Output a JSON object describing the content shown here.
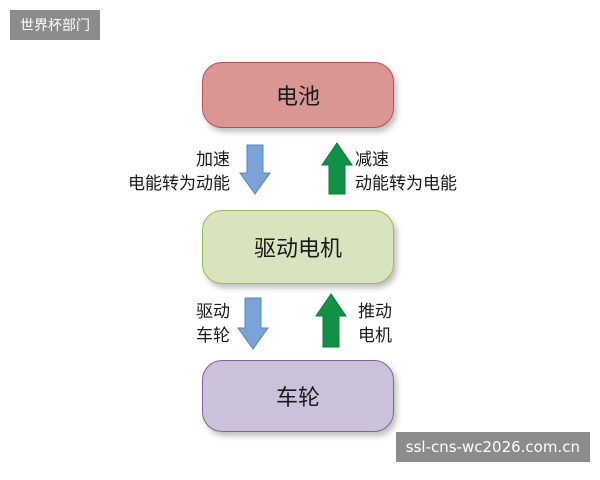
{
  "header_tag": "世界杯部门",
  "watermark": "ssl-cns-wc2026.com.cn",
  "boxes": {
    "battery": "电池",
    "motor": "驱动电机",
    "wheel": "车轮"
  },
  "labels": {
    "accelerate": [
      "加速",
      "电能转为动能"
    ],
    "decelerate": [
      "减速",
      "动能转为电能"
    ],
    "drive_wheel": [
      "驱动",
      "车轮"
    ],
    "push_motor": [
      "推动",
      "电机"
    ]
  },
  "colors": {
    "battery": "#d99694",
    "motor": "#d7e4bd",
    "wheel": "#ccc1da",
    "down_arrow": "#7aa3d8",
    "up_arrow": "#129047"
  }
}
